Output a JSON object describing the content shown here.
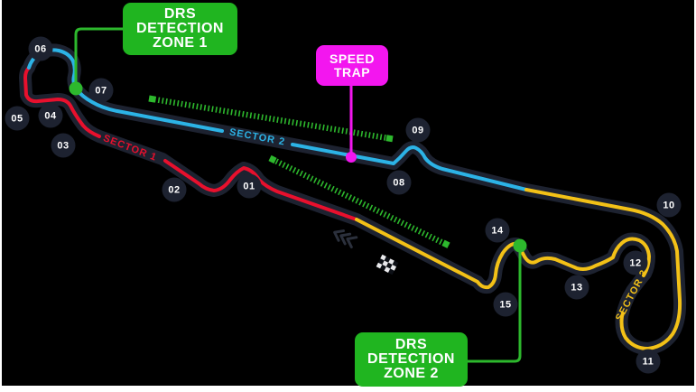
{
  "canvas": {
    "background": "#000000",
    "page_edge": "#ffffff",
    "asphalt_color": "#1d2230"
  },
  "sectors": [
    {
      "label": "SECTOR 1",
      "color": "#e8102d"
    },
    {
      "label": "SECTOR 2",
      "color": "#2cb3e6"
    },
    {
      "label": "SECTOR 3",
      "color": "#f3c117"
    }
  ],
  "drs": {
    "zone1": {
      "lines": [
        "DRS",
        "DETECTION",
        "ZONE 1"
      ]
    },
    "zone2": {
      "lines": [
        "DRS",
        "DETECTION",
        "ZONE 2"
      ]
    },
    "label_color": "#20b520",
    "dash_color": "#2db82d"
  },
  "speed_trap": {
    "lines": [
      "SPEED",
      "TRAP"
    ],
    "label_color": "#f316ef"
  },
  "turn_numbers": [
    "01",
    "02",
    "03",
    "04",
    "05",
    "06",
    "07",
    "08",
    "09",
    "10",
    "11",
    "12",
    "13",
    "14",
    "15"
  ],
  "icons": {
    "finish_flag": "checkered-flag",
    "direction_marker": "triple-chevron-up-left",
    "drs_detection_point": "green-dot",
    "speed_trap_point": "magenta-dot"
  }
}
